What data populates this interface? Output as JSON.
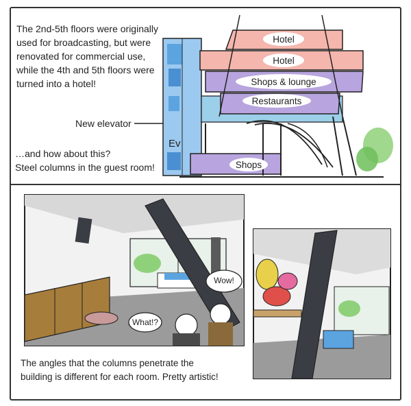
{
  "panel1": {
    "intro": "The 2nd-5th floors were originally used for broadcasting, but were renovated for commercial use, while the 4th and 5th floors were turned into a hotel!",
    "intro_lines": [
      "The 2nd-5th floors were originally",
      "used for broadcasting, but were",
      "renovated for commercial use,",
      "while the 4th and 5th floors were",
      "turned into a hotel!"
    ],
    "elevator_callout": "New elevator",
    "question_lines": [
      "…and how about this?",
      "Steel columns in the guest room!"
    ],
    "building_labels": {
      "hotel_top": "Hotel",
      "hotel_mid": "Hotel",
      "shops_lounge": "Shops & lounge",
      "restaurants": "Restaurants",
      "shops": "Shops",
      "ev": "Ev"
    }
  },
  "panel2": {
    "speech_wow": "Wow!",
    "speech_what": "What!?"
  },
  "caption_lines": [
    "The angles that the columns penetrate the",
    "building is different for each room. Pretty artistic!"
  ],
  "colors": {
    "hotel_pink": "#f4b6ad",
    "shops_purple": "#b8a4de",
    "elevator_blue": "#5ba4e0",
    "column_dark": "#3a3d44",
    "window_green": "#8fd17a",
    "furniture_brown": "#a77d3b"
  }
}
